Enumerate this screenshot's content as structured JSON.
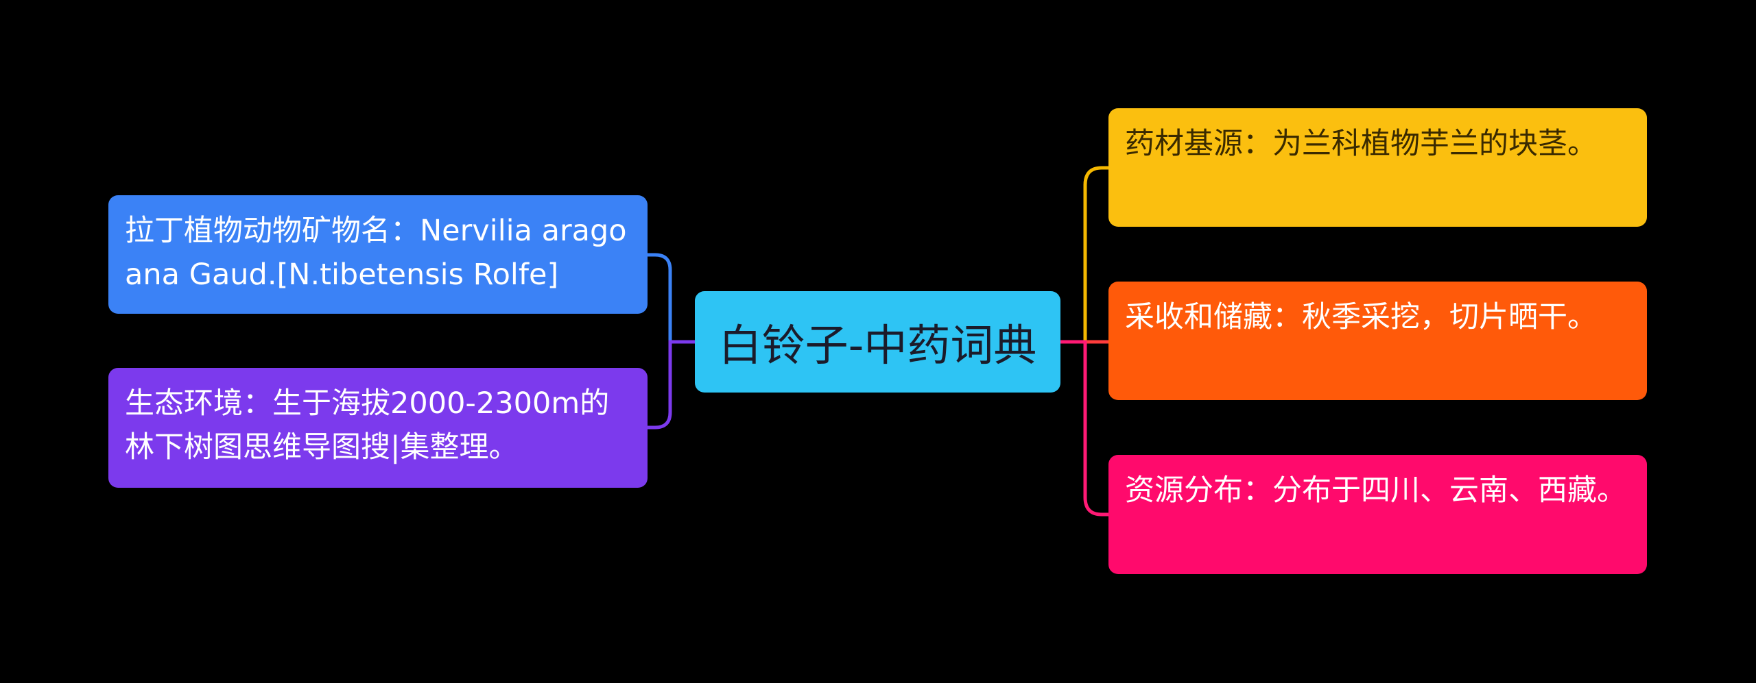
{
  "center": {
    "label": "白铃子-中药词典",
    "color": "#2ec4f4"
  },
  "left_nodes": [
    {
      "label": "拉丁植物动物矿物名：Nervilia aragoana Gaud.[N.tibetensis Rolfe]",
      "color": "#3b82f6",
      "line_color": "#3b82f6"
    },
    {
      "label": "生态环境：生于海拔2000-2300m的林下树图思维导图搜|集整理。",
      "color": "#7c3aed",
      "line_color": "#7c3aed"
    }
  ],
  "right_nodes": [
    {
      "label": "药材基源：为兰科植物芋兰的块茎。",
      "color": "#fbbf0f",
      "line_color": "#f5b800"
    },
    {
      "label": "采收和储藏：秋季采挖，切片晒干。",
      "color": "#ff5a0a",
      "line_color": "#ff3d3d"
    },
    {
      "label": "资源分布：分布于四川、云南、西藏。",
      "color": "#ff0a6c",
      "line_color": "#ff1a75"
    }
  ]
}
